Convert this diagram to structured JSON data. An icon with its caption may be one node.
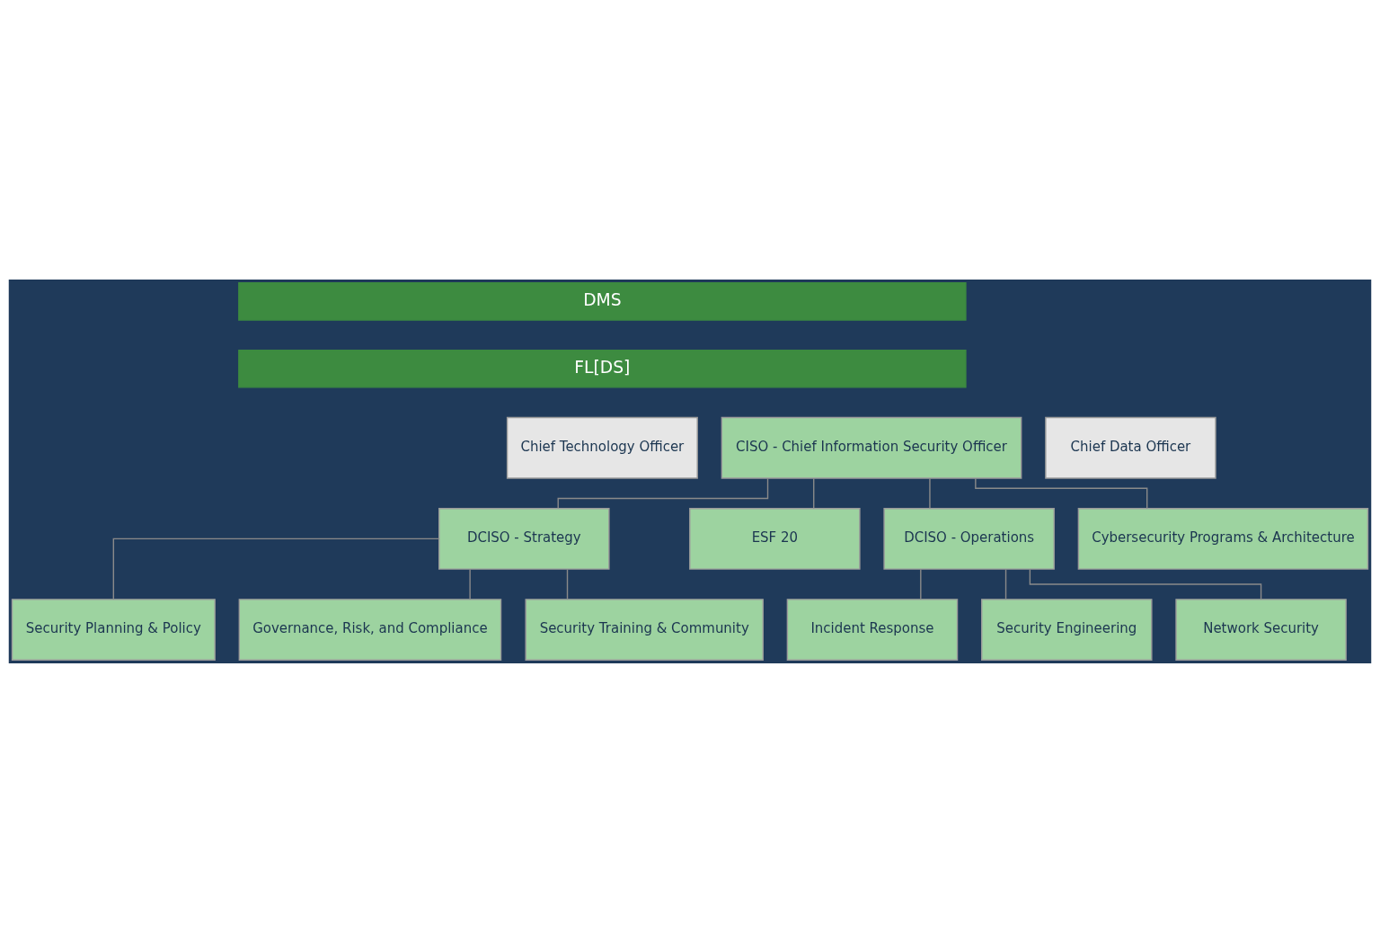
{
  "diagram": {
    "nodes": [
      {
        "text": [
          "DMS"
        ]
      },
      {
        "text": [
          "FL[DS]"
        ]
      },
      {
        "text": [
          "Chief Technology Officer"
        ]
      },
      {
        "text": [
          "CISO - Chief Information Security Officer"
        ]
      },
      {
        "text": [
          "Chief Data Officer"
        ]
      },
      {
        "text": [
          "DCISO - Strategy"
        ]
      },
      {
        "text": [
          "ESF 20"
        ]
      },
      {
        "text": [
          "DCISO - Operations"
        ]
      },
      {
        "text": [
          "Security Planning & Policy"
        ]
      },
      {
        "text": [
          "Governance, Risk, and Compliance"
        ]
      },
      {
        "text": [
          "Security Training & Community"
        ]
      },
      {
        "text": [
          "Cybersecurity Programs & Architecture"
        ]
      },
      {
        "text": [
          "Incident Response"
        ]
      },
      {
        "text": [
          "Security Engineering"
        ]
      },
      {
        "text": [
          "Network Security"
        ]
      }
    ],
    "edges": [
      {
        "from": 3,
        "to": 5,
        "arrow": "none"
      },
      {
        "from": 3,
        "to": 6,
        "arrow": "none"
      },
      {
        "from": 3,
        "to": 11,
        "arrow": "none"
      },
      {
        "from": 3,
        "to": 7,
        "arrow": "none"
      },
      {
        "from": 5,
        "to": 8,
        "arrow": "none"
      },
      {
        "from": 5,
        "to": 9,
        "arrow": "none"
      },
      {
        "from": 5,
        "to": 10,
        "arrow": "none"
      },
      {
        "from": 7,
        "to": 12,
        "arrow": "none"
      },
      {
        "from": 7,
        "to": 13,
        "arrow": "none"
      },
      {
        "from": 7,
        "to": 14,
        "arrow": "none"
      }
    ]
  }
}
